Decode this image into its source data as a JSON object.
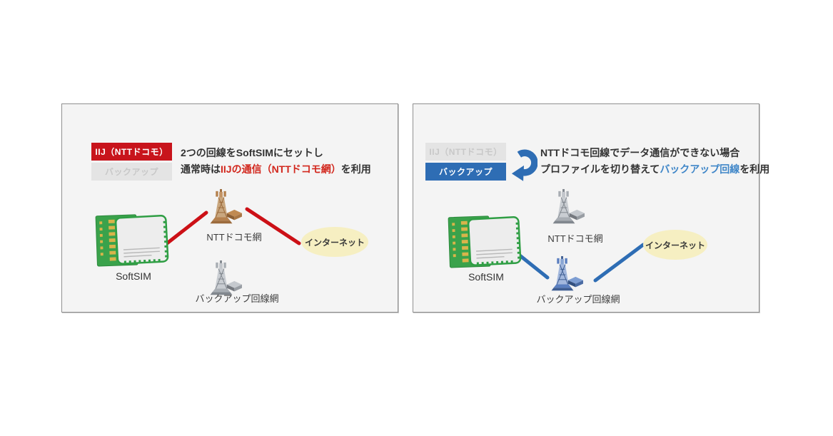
{
  "colors": {
    "accent_red": "#c8141c",
    "accent_blue": "#2e6db4",
    "red_text": "#d2271d",
    "blue_text": "#3f86c8",
    "inactive_badge_bg": "#e4e4e4",
    "inactive_badge_text": "#c8c8c8",
    "panel_bg": "#f4f4f4",
    "panel_border": "#909090",
    "internet_bg": "#f6efc2",
    "body_text": "#333333"
  },
  "panels": [
    {
      "badges": [
        {
          "label": "IIJ（NTTドコモ）",
          "state": "active-red"
        },
        {
          "label": "バックアップ",
          "state": "inactive"
        }
      ],
      "description": {
        "line1": "2つの回線をSoftSIMにセットし",
        "line2": {
          "prefix": "通常時は",
          "highlight": "IIJの通信（NTTドコモ網）",
          "suffix": "を利用"
        }
      },
      "sim_label": "SoftSIM",
      "primary_network_label": "NTTドコモ網",
      "backup_network_label": "バックアップ回線網",
      "internet_label": "インターネット"
    },
    {
      "badges": [
        {
          "label": "IIJ（NTTドコモ）",
          "state": "inactive"
        },
        {
          "label": "バックアップ",
          "state": "active-blue"
        }
      ],
      "description": {
        "line1": "NTTドコモ回線でデータ通信ができない場合",
        "line2": {
          "prefix": "プロファイルを切り替えて",
          "highlight": "バックアップ回線",
          "suffix": "を利用"
        }
      },
      "sim_label": "SoftSIM",
      "primary_network_label": "NTTドコモ網",
      "backup_network_label": "バックアップ回線網",
      "internet_label": "インターネット"
    }
  ]
}
